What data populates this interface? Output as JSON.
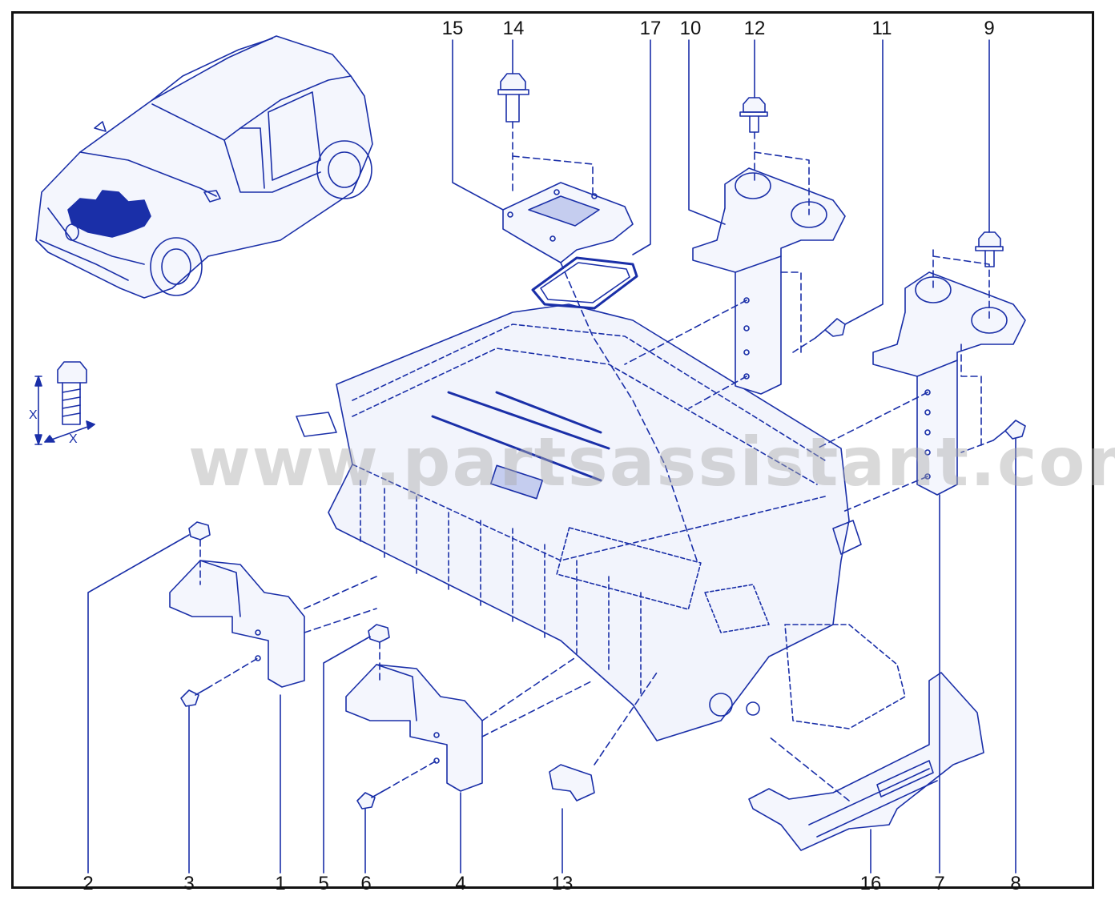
{
  "callouts": {
    "c1": "1",
    "c2": "2",
    "c3": "3",
    "c4": "4",
    "c5": "5",
    "c6": "6",
    "c7": "7",
    "c8": "8",
    "c9": "9",
    "c10": "10",
    "c11": "11",
    "c12": "12",
    "c13": "13",
    "c14": "14",
    "c15": "15",
    "c16": "16",
    "c17": "17"
  },
  "watermark": "www.partsassistant.com",
  "dimension_label": "X",
  "colors": {
    "line": "#1a2fa8",
    "fill": "#e8ecfa",
    "highlight": "#1a2fa8",
    "text": "#111111"
  }
}
